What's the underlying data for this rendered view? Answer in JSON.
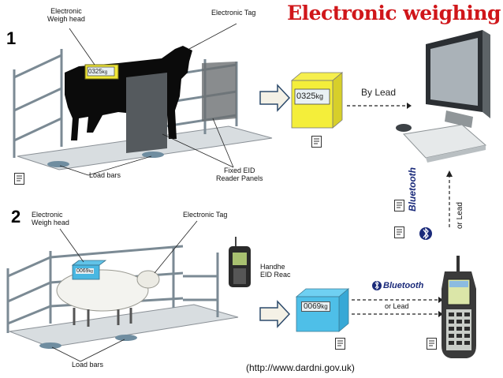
{
  "title": "Electronic weighing",
  "scenario1": {
    "number": "1",
    "labels": {
      "weigh_head": "Electronic\nWeigh head",
      "tag": "Electronic Tag",
      "load_bars": "Load bars",
      "reader_panels": "Fixed EID\nReader Panels"
    },
    "reading": "0325",
    "reading_unit": "kg",
    "by_lead": "By Lead",
    "bluetooth": "Bluetooth",
    "or_lead": "or Lead"
  },
  "scenario2": {
    "number": "2",
    "labels": {
      "weigh_head": "Electronic\nWeigh head",
      "tag": "Electronic Tag",
      "handheld": "Handhe\nEID Reac",
      "load_bars": "Load bars"
    },
    "reading": "0069",
    "reading_unit": "kg",
    "bluetooth": "Bluetooth",
    "or_lead": "or Lead"
  },
  "source": "(http://www.dardni.gov.uk)"
}
